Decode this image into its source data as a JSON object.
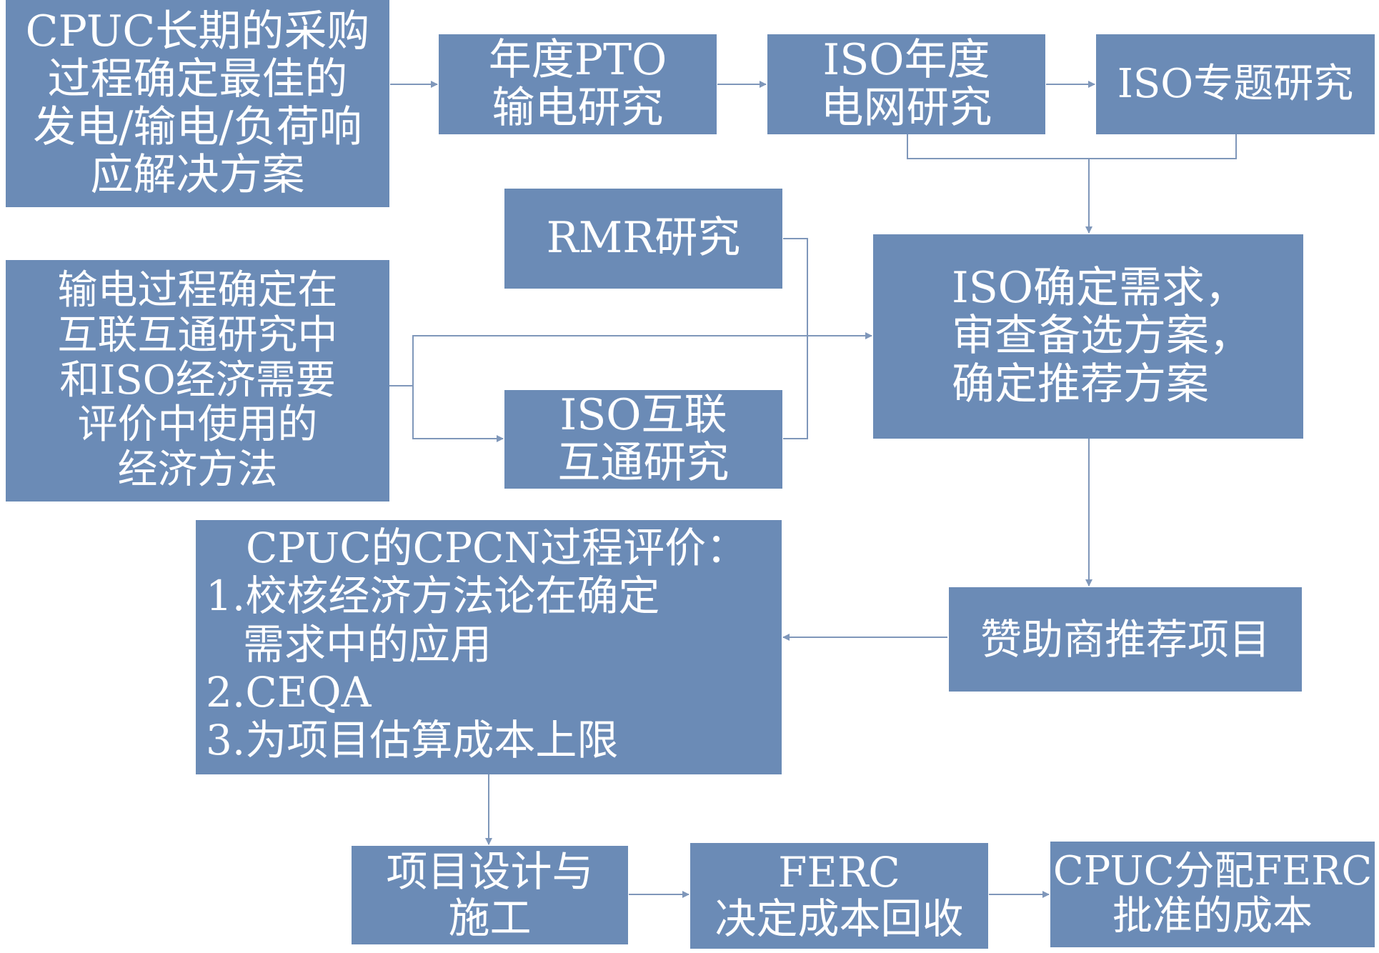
{
  "boxes": {
    "cpuc_long_term": {
      "lines": [
        "CPUC长期的采购",
        "过程确定最佳的",
        "发电/输电/负荷响",
        "应解决方案"
      ]
    },
    "annual_pto": {
      "lines": [
        "年度PTO",
        "输电研究"
      ]
    },
    "iso_annual_grid": {
      "lines": [
        "ISO年度",
        "电网研究"
      ]
    },
    "iso_special": {
      "lines": [
        "ISO专题研究"
      ]
    },
    "rmr_study": {
      "lines": [
        "RMR研究"
      ]
    },
    "iso_determine": {
      "lines": [
        "ISO确定需求，",
        "审查备选方案，",
        "确定推荐方案"
      ]
    },
    "transmission_economic": {
      "lines": [
        "输电过程确定在",
        "互联互通研究中",
        "和ISO经济需要",
        "评价中使用的",
        "经济方法"
      ]
    },
    "iso_interconnection": {
      "lines": [
        "ISO互联",
        "互通研究"
      ]
    },
    "cpuc_cpcn": {
      "lines": [
        "CPUC的CPCN过程评价：",
        "1.校核经济方法论在确定",
        "需求中的应用",
        "2.CEQA",
        "3.为项目估算成本上限"
      ]
    },
    "sponsor_recommend": {
      "lines": [
        "赞助商推荐项目"
      ]
    },
    "design_construction": {
      "lines": [
        "项目设计与",
        "施工"
      ]
    },
    "ferc_cost": {
      "lines": [
        "FERC",
        "决定成本回收"
      ]
    },
    "cpuc_allocate": {
      "lines": [
        "CPUC分配FERC",
        "批准的成本"
      ]
    }
  }
}
